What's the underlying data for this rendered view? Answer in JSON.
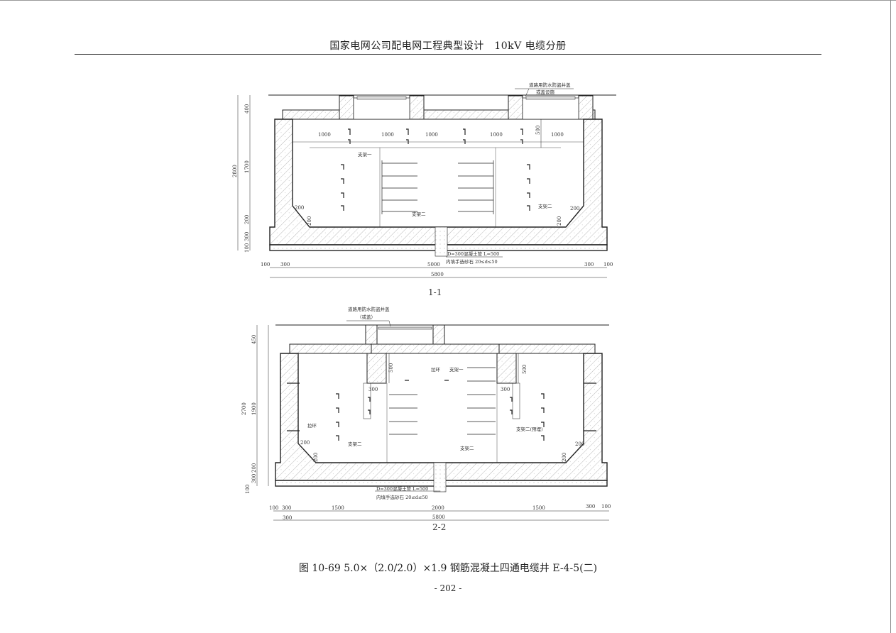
{
  "header": {
    "title": "国家电网公司配电网工程典型设计　10kV 电缆分册"
  },
  "section1": {
    "title": "1-1",
    "cover_note_1": "道路用防水防盗井盖",
    "cover_note_2": "或盖设施",
    "support_1": "支架一",
    "support_2a": "支架二",
    "support_2b": "支架二",
    "pipe_note_1": "D=300混凝土管 L=500",
    "pipe_note_2": "内填手选砂石 20≤d≤50",
    "spacing": [
      "1000",
      "1000",
      "1000",
      "1000",
      "1000"
    ],
    "dim_500": "500",
    "chamfer": [
      "200",
      "200",
      "200",
      "200"
    ],
    "left_dims": [
      "400",
      "1700",
      "2800",
      "200",
      "300",
      "100"
    ],
    "bottom_dims": [
      "100",
      "300",
      "5000",
      "300",
      "100",
      "5800"
    ]
  },
  "section2": {
    "title": "2-2",
    "cover_note_1": "道路用防水防盗井盖",
    "cover_note_2": "（或盖）",
    "pull_ring_1": "拉环",
    "pull_ring_2": "拉环",
    "support_1": "支架一",
    "support_2a": "支架二",
    "support_2b": "支架二",
    "support_2c": "支架二(预埋)",
    "pipe_note_1": "D=300混凝土管 L=500",
    "pipe_note_2": "内填手选砂石 20≤d≤50",
    "dim_500": [
      "500",
      "500"
    ],
    "dim_300": [
      "300",
      "300"
    ],
    "chamfer": [
      "200",
      "200",
      "200",
      "200"
    ],
    "left_dims": [
      "450",
      "1900",
      "2700",
      "200",
      "300",
      "100"
    ],
    "bottom_dims": [
      "100",
      "300",
      "1500",
      "2000",
      "1500",
      "300",
      "100",
      "300",
      "5800"
    ]
  },
  "caption": "图 10-69  5.0×（2.0/2.0）×1.9 钢筋混凝土四通电缆井 E-4-5(二)",
  "page_number": "- 202 -"
}
